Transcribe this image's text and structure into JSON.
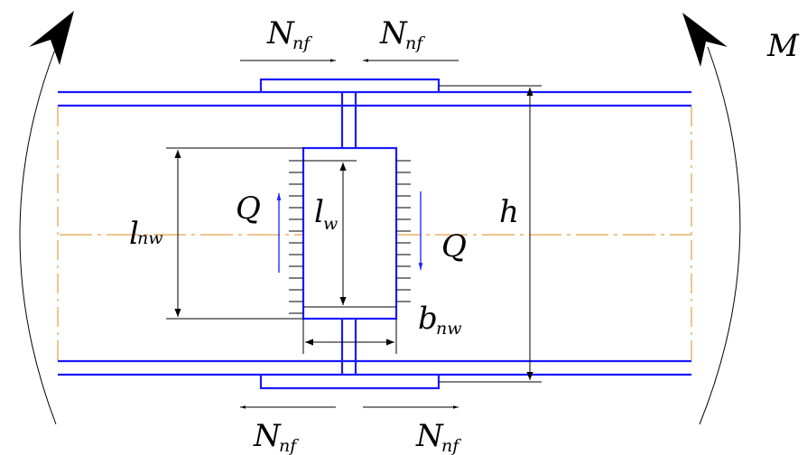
{
  "labels": {
    "moment": "M",
    "height": "h",
    "shear_left": "Q",
    "shear_right": "Q",
    "weld_length_main": "l",
    "weld_length_main_sub": "nw",
    "web_length_main": "l",
    "web_length_sub": "w",
    "plate_width_main": "b",
    "plate_width_sub": "nw",
    "flange_force_main": "N",
    "flange_force_sub": "nf"
  },
  "colors": {
    "steel": "#1a1aff",
    "centerline": "#e08a1e",
    "dimension": "#000000"
  }
}
